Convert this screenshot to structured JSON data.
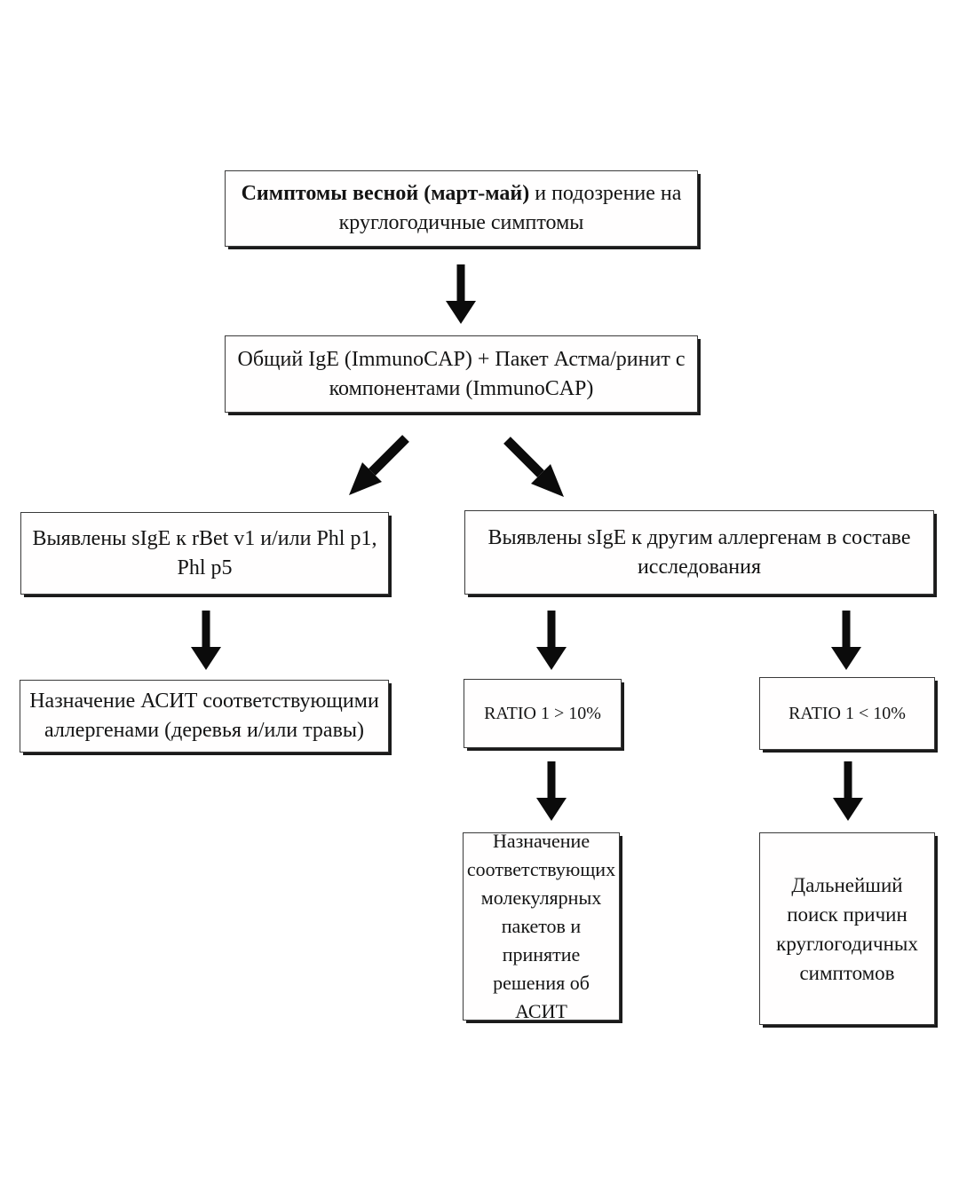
{
  "flowchart": {
    "nodes": {
      "start": {
        "bold": "Симптомы весной (март-май)",
        "text": " и подозрение на\nкруглогодичные симптомы"
      },
      "test": {
        "text": "Общий IgE (ImmunoCAP) + Пакет Астма/ринит с\nкомпонентами (ImmunoCAP)"
      },
      "left_result": {
        "text": "Выявлены sIgE к rBet v1 и/или Phl p1,\nPhl p5"
      },
      "right_result": {
        "text": "Выявлены sIgE к другим аллергенам в составе\nисследования"
      },
      "asit": {
        "text": "Назначение АСИТ соответствующими\nаллергенами (деревья и/или травы)"
      },
      "ratio_high": {
        "text": "RATIO 1 > 10%"
      },
      "ratio_low": {
        "text": "RATIO 1 < 10%"
      },
      "molecular": {
        "text": "Назначение\nсоответствующих\nмолекулярных\nпакетов и\nпринятие\nрешения об АСИТ"
      },
      "further": {
        "text": "Дальнейший\nпоиск причин\nкруглогодичных\nсимптомов"
      }
    },
    "arrows": [
      {
        "icon": "arrow-down-icon",
        "from": "start",
        "to": "test"
      },
      {
        "icon": "arrow-diagonal-left-icon",
        "from": "test",
        "to": "left_result"
      },
      {
        "icon": "arrow-diagonal-right-icon",
        "from": "test",
        "to": "right_result"
      },
      {
        "icon": "arrow-down-icon",
        "from": "left_result",
        "to": "asit"
      },
      {
        "icon": "arrow-down-icon",
        "from": "right_result",
        "to": "ratio_high"
      },
      {
        "icon": "arrow-down-icon",
        "from": "right_result",
        "to": "ratio_low"
      },
      {
        "icon": "arrow-down-icon",
        "from": "ratio_high",
        "to": "molecular"
      },
      {
        "icon": "arrow-down-icon",
        "from": "ratio_low",
        "to": "further"
      }
    ],
    "colors": {
      "background": "#ffffff",
      "box_fill": "#fffefe",
      "box_border": "#3a3a3a",
      "box_shadow": "#1b1b1b",
      "arrow": "#0b0b0b",
      "text": "#141414"
    }
  }
}
